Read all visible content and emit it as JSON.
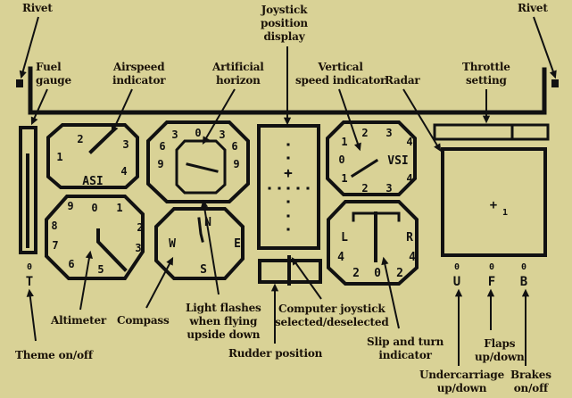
{
  "diagram": {
    "title": "Flight simulator instrument panel",
    "labels": {
      "rivet_left": "Rivet",
      "rivet_right": "Rivet",
      "fuel_gauge": "Fuel\ngauge",
      "airspeed_indicator": "Airspeed\nindicator",
      "artificial_horizon": "Artificial\nhorizon",
      "joystick_position_display": "Joystick\nposition\ndisplay",
      "vertical_speed_indicator": "Vertical\nspeed indicator",
      "radar": "Radar",
      "throttle_setting": "Throttle\nsetting",
      "theme_on_off": "Theme on/off",
      "altimeter": "Altimeter",
      "compass": "Compass",
      "light_flashes": "Light flashes\nwhen flying\nupside down",
      "rudder_position": "Rudder position",
      "computer_joystick": "Computer joystick\nselected/deselected",
      "slip_and_turn": "Slip and turn\nindicator",
      "undercarriage": "Undercarriage\nup/down",
      "flaps": "Flaps\nup/down",
      "brakes": "Brakes\non/off"
    },
    "instruments": {
      "asi": {
        "name": "ASI",
        "ticks": [
          "1",
          "2",
          "3",
          "4"
        ]
      },
      "altimeter": {
        "ticks": [
          "0",
          "1",
          "2",
          "3",
          "5",
          "6",
          "7",
          "8",
          "9"
        ]
      },
      "horizon": {
        "ticks": [
          "0",
          "3",
          "3",
          "6",
          "6",
          "9",
          "9"
        ]
      },
      "compass": {
        "points": [
          "N",
          "E",
          "S",
          "W"
        ]
      },
      "vsi": {
        "name": "VSI",
        "ticks": [
          "0",
          "1",
          "1",
          "2",
          "2",
          "3",
          "3",
          "4",
          "4"
        ]
      },
      "slip": {
        "points": [
          "L",
          "R",
          "2",
          "2",
          "4",
          "4",
          "0"
        ]
      },
      "theme_indicator": {
        "state": "0",
        "letter": "T"
      },
      "toggles": [
        {
          "state": "0",
          "letter": "U"
        },
        {
          "state": "0",
          "letter": "F"
        },
        {
          "state": "0",
          "letter": "B"
        }
      ],
      "radar_blip": "1"
    },
    "colors": {
      "background": "#d9d296",
      "ink": "#111111"
    }
  }
}
